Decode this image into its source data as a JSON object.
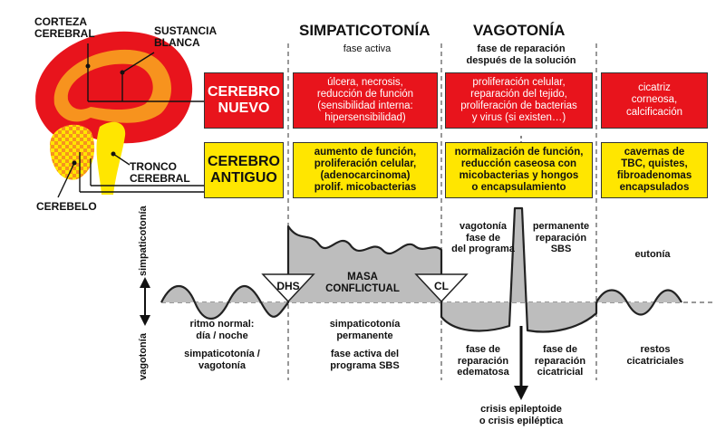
{
  "brain": {
    "corteza": "CORTEZA\nCEREBRAL",
    "sustancia": "SUSTANCIA\nBLANCA",
    "tronco": "TRONCO\nCEREBRAL",
    "cerebelo": "CEREBELO"
  },
  "phases": {
    "simpaticotonia": {
      "title": "SIMPATICOTONÍA",
      "subtitle": "fase activa"
    },
    "vagotonia": {
      "title": "VAGOTONÍA",
      "subtitle": "fase de reparación\ndespués de la solución"
    }
  },
  "rows": {
    "nuevo": {
      "label": "CEREBRO\nNUEVO",
      "col1": "úlcera, necrosis,\nreducción de función\n(sensibilidad interna:\nhipersensibilidad)",
      "col2": "proliferación celular,\nreparación del tejido,\nproliferación de bacterias\ny virus (si existen…)",
      "col3": "cicatriz\ncorneosa,\ncalcificación"
    },
    "antiguo": {
      "label": "CEREBRO\nANTIGUO",
      "col1": "aumento de función,\nproliferación celular,\n(adenocarcinoma)\nprolif. micobacterias",
      "col2": "normalización de función,\nreducción caseosa con\nmicobacterias y hongos\no encapsulamiento",
      "col3": "cavernas de\nTBC, quistes,\nfibroadenomas\nencapsulados"
    }
  },
  "chart": {
    "axis_up": "simpaticotonía",
    "axis_down": "vagotonía",
    "dhs": "DHS",
    "cl": "CL",
    "masa": "MASA\nCONFLICTUAL",
    "vago_perm_left": "vagotonía\nfase de\ndel programa",
    "vago_perm_right": "permanente\nreparación\nSBS",
    "eutonia": "eutonía",
    "ritmo": "ritmo normal:\ndía / noche",
    "simp_vago": "simpaticotonía /\nvagotonía",
    "simp_perm": "simpaticotonía\npermanente",
    "fase_activa": "fase activa del\nprograma SBS",
    "edematosa": "fase de\nreparación\nedematosa",
    "cicatricial": "fase de\nreparación\ncicatricial",
    "restos": "restos\ncicatriciales",
    "crisis": "crisis epileptoide\no crisis epiléptica"
  },
  "colors": {
    "red": "#e8141c",
    "yellow": "#ffe600",
    "orange": "#f7931e",
    "gray": "#bdbdbd"
  }
}
